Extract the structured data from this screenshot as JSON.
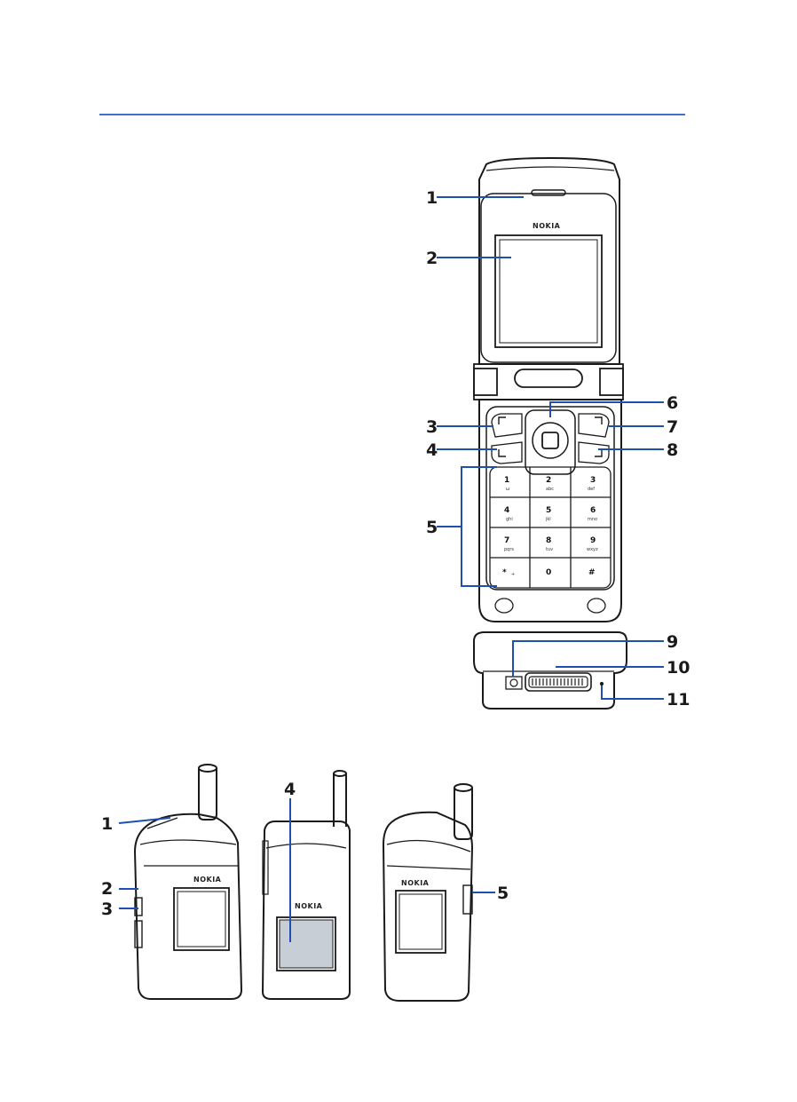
{
  "colors": {
    "accent": "#3f6fcf",
    "callout_line": "#1f4fb0",
    "outline": "#1a1a1a",
    "screen": "#e8e8e8",
    "screen_blue": "#c7ced6"
  },
  "brand": "NOKIA",
  "open_phone": {
    "callouts": [
      "1",
      "2",
      "3",
      "4",
      "5",
      "6",
      "7",
      "8",
      "9",
      "10",
      "11"
    ],
    "keypad": [
      {
        "main": "1",
        "sub": "ω"
      },
      {
        "main": "2",
        "sub": "abc"
      },
      {
        "main": "3",
        "sub": "def"
      },
      {
        "main": "4",
        "sub": "ghi"
      },
      {
        "main": "5",
        "sub": "jkl"
      },
      {
        "main": "6",
        "sub": "mno"
      },
      {
        "main": "7",
        "sub": "pqrs"
      },
      {
        "main": "8",
        "sub": "tuv"
      },
      {
        "main": "9",
        "sub": "wxyz"
      },
      {
        "main": "*",
        "sub": "+"
      },
      {
        "main": "0",
        "sub": ""
      },
      {
        "main": "#",
        "sub": ""
      }
    ]
  },
  "closed_phones": {
    "callouts": [
      "1",
      "2",
      "3",
      "4",
      "5"
    ]
  }
}
